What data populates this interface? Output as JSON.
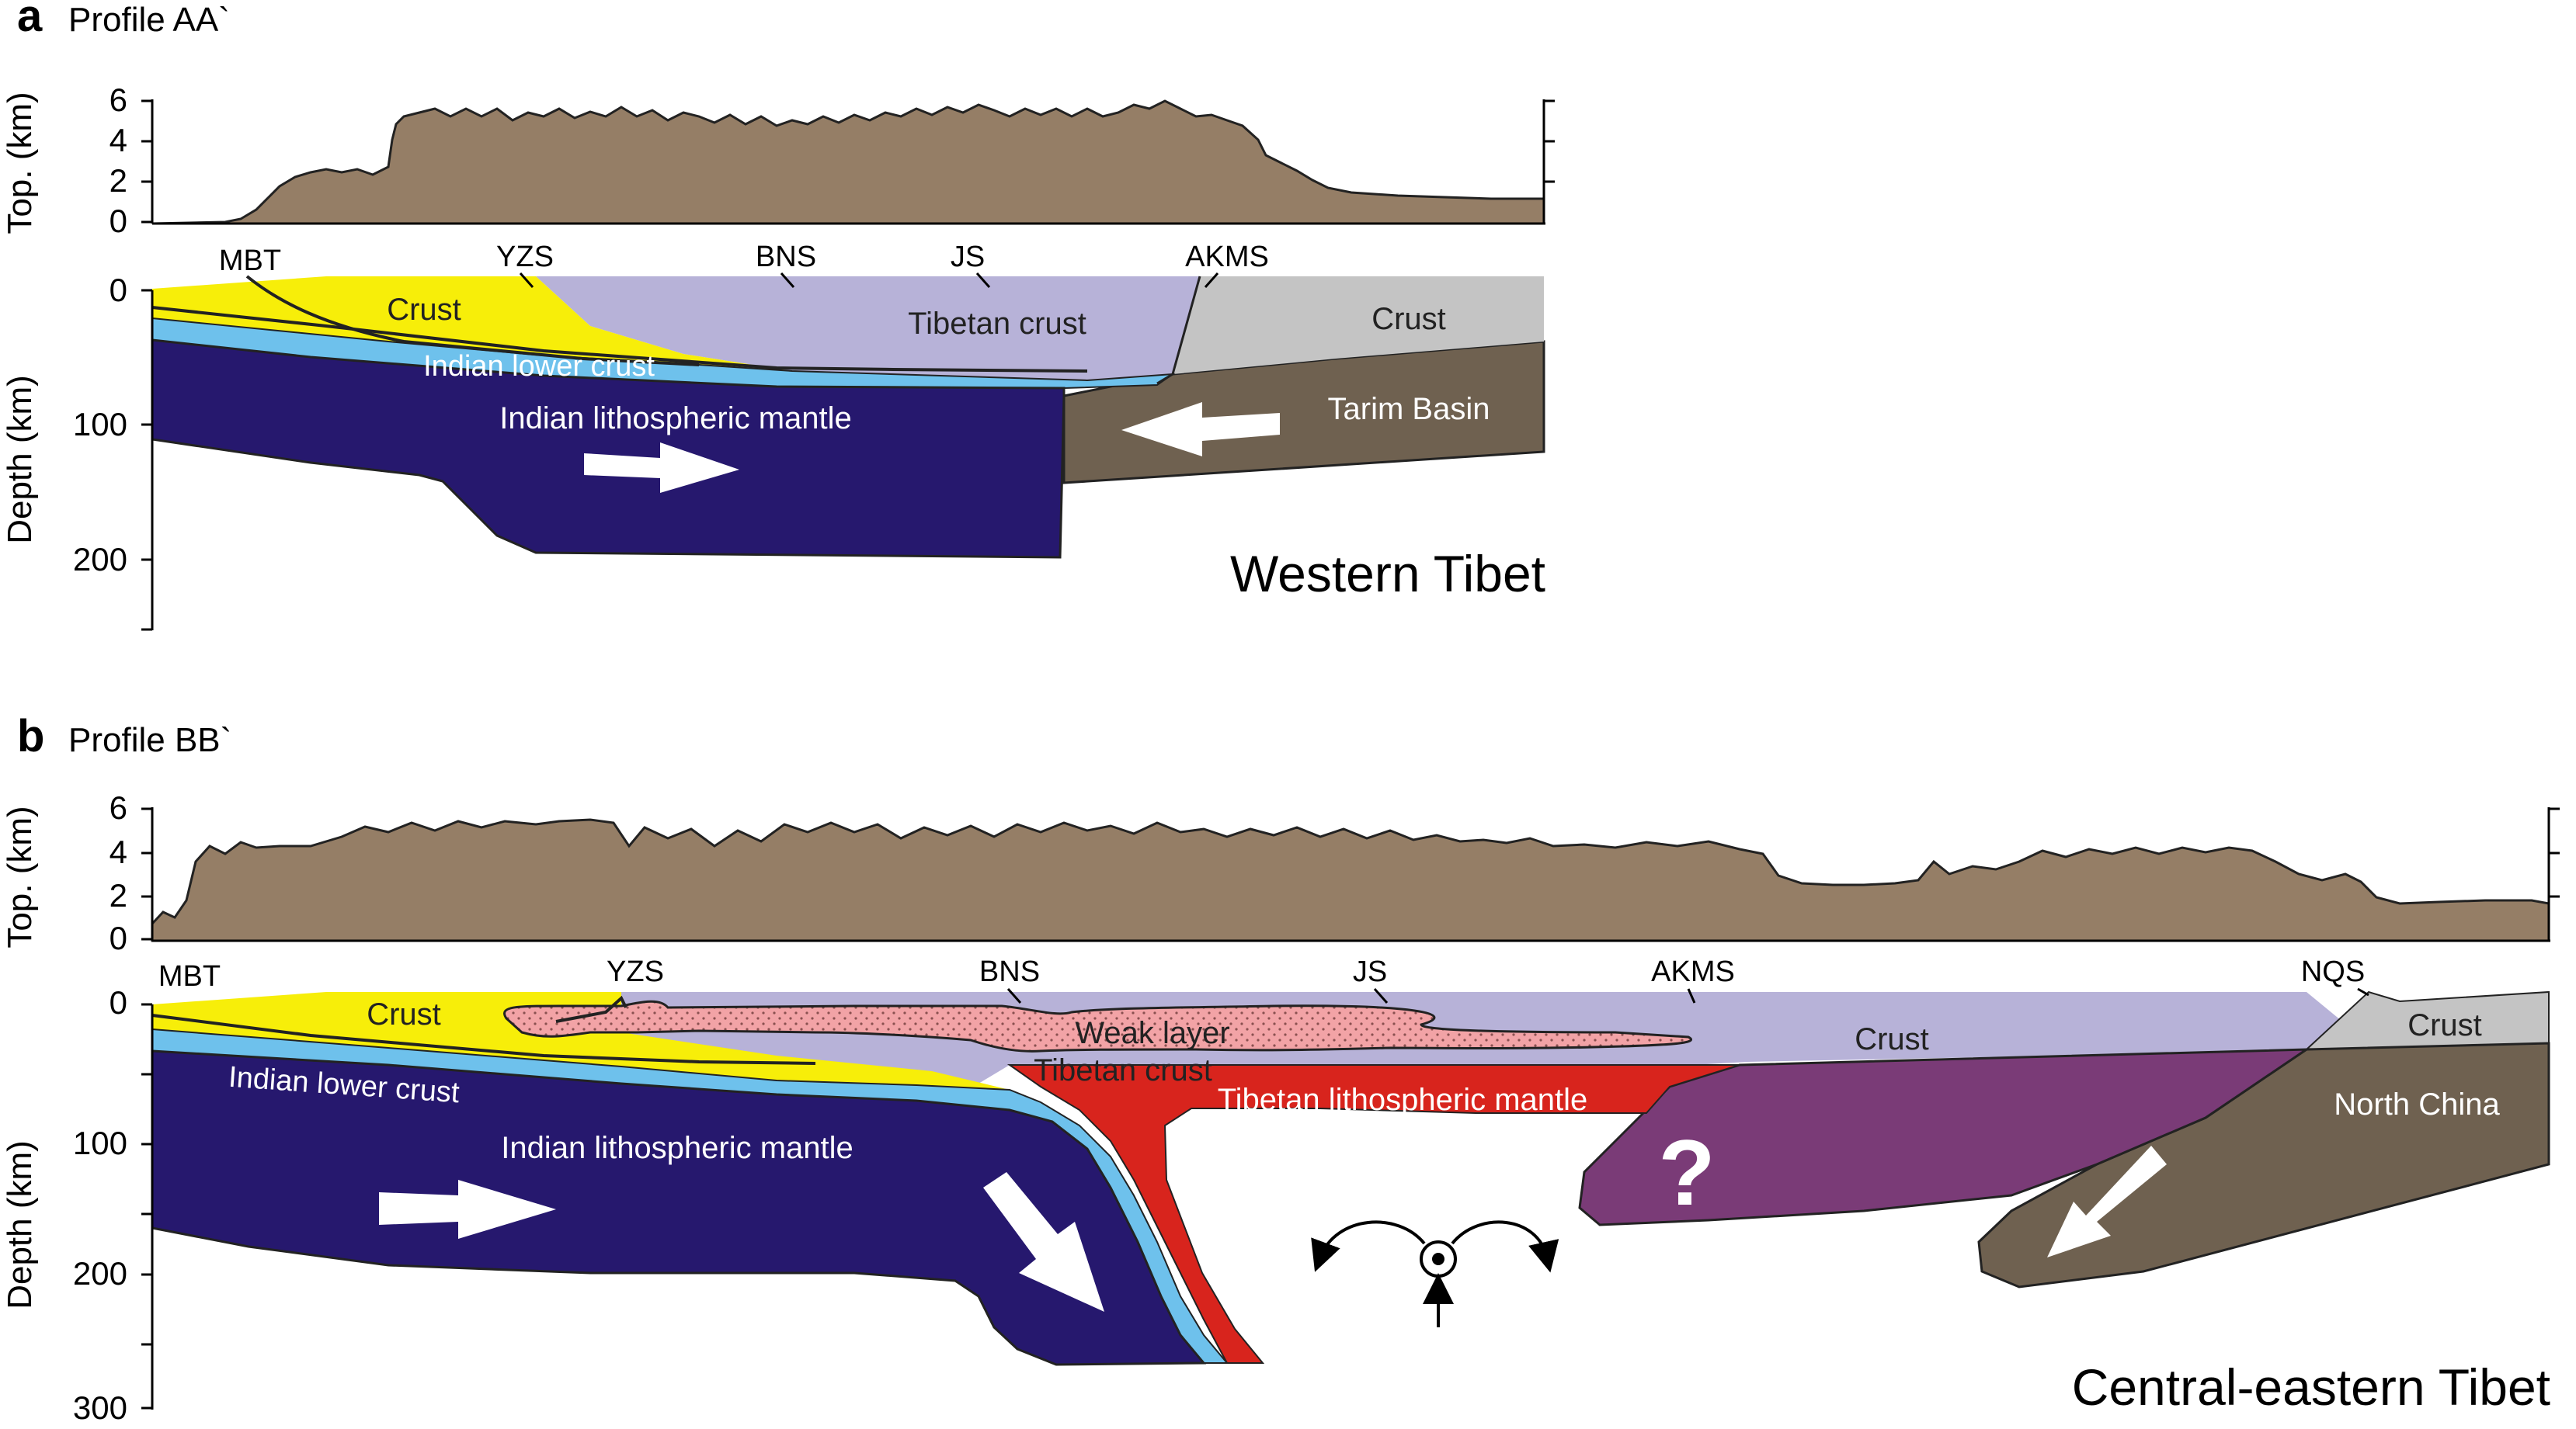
{
  "panels": [
    {
      "letter": "a",
      "title": "Profile AA`",
      "topo_axis": {
        "label": "Top. (km)",
        "ticks": [
          "6",
          "4",
          "2",
          "0"
        ]
      },
      "depth_axis": {
        "label": "Depth (km)",
        "ticks": [
          "0",
          "100",
          "200"
        ]
      },
      "sutures": [
        "MBT",
        "YZS",
        "BNS",
        "JS",
        "AKMS"
      ],
      "units": {
        "crust_south": "Crust",
        "tibetan_crust": "Tibetan crust",
        "crust_north": "Crust",
        "indian_lower_crust": "Indian lower crust",
        "indian_mantle": "Indian lithospheric mantle",
        "tarim": "Tarim Basin"
      },
      "region": "Western Tibet"
    },
    {
      "letter": "b",
      "title": "Profile BB`",
      "topo_axis": {
        "label": "Top. (km)",
        "ticks": [
          "6",
          "4",
          "2",
          "0"
        ]
      },
      "depth_axis": {
        "label": "Depth (km)",
        "ticks": [
          "0",
          "100",
          "200",
          "300"
        ]
      },
      "sutures": [
        "MBT",
        "YZS",
        "BNS",
        "JS",
        "AKMS",
        "NQS"
      ],
      "units": {
        "crust_south": "Crust",
        "weak_layer": "Weak layer",
        "tibetan_crust": "Tibetan crust",
        "crust_mid": "Crust",
        "crust_north": "Crust",
        "indian_lower_crust": "Indian lower crust",
        "tibetan_mantle": "Tibetan lithospheric mantle",
        "indian_mantle": "Indian lithospheric mantle",
        "north_china": "North China",
        "unknown": "?"
      },
      "region": "Central-eastern Tibet"
    }
  ],
  "colors": {
    "topography": "#957e66",
    "crust_yellow": "#f7ee09",
    "tibetan_crust": "#b7b2d8",
    "northern_crust": "#c4c4c4",
    "lower_crust": "#6ec1ec",
    "indian_mantle": "#26186e",
    "tarim": "#6f6150",
    "weak_layer": "#f2a3a6",
    "tibetan_mantle": "#d8241d",
    "question_body": "#7a3b77",
    "north_china": "#6f6150"
  }
}
